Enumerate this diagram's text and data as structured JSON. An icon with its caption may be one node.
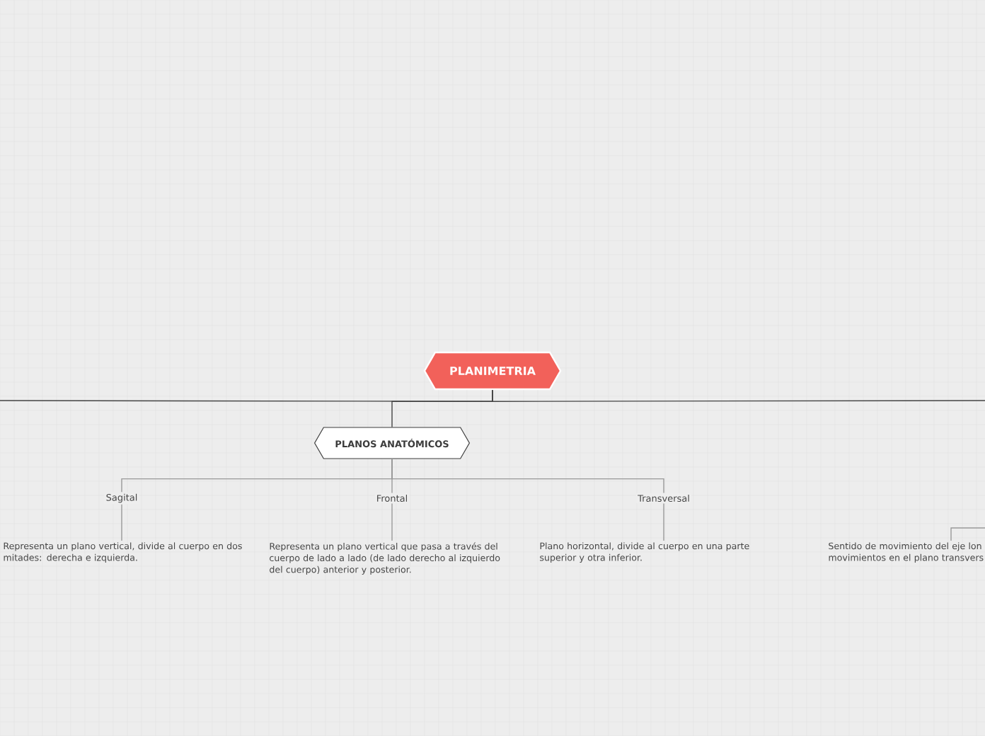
{
  "diagram": {
    "nodes": [
      {
        "text": [
          "PLANIMETRIA"
        ]
      },
      {
        "text": [
          "PLANOS ANATÓMICOS"
        ]
      },
      {
        "text": [
          "Sagital"
        ]
      },
      {
        "text": [
          "Frontal"
        ]
      },
      {
        "text": [
          "Transversal"
        ]
      },
      {
        "text": [
          "Representa un plano vertical, divide al cuerpo en dos mitades: derecha e izquierda."
        ]
      },
      {
        "text": [
          "Representa un plano vertical que pasa a través del cuerpo de lado a lado (de lado derecho al izquierdo del cuerpo) anterior y posterior."
        ]
      },
      {
        "text": [
          "Plano horizontal, divide al cuerpo en una parte superior y otra inferior."
        ]
      },
      {
        "text": [
          "Sentido de movimiento del eje lon movimientos en el plano transvers"
        ]
      }
    ],
    "edges": [
      {
        "from": 0,
        "to": 1,
        "arrow": "none",
        "color": "#444444"
      },
      {
        "from": 0,
        "to": null,
        "arrow": "none",
        "color": "#444444"
      },
      {
        "from": 0,
        "to": null,
        "arrow": "none",
        "color": "#444444"
      },
      {
        "from": 1,
        "to": 2,
        "arrow": "none"
      },
      {
        "from": 1,
        "to": 3,
        "arrow": "none"
      },
      {
        "from": 1,
        "to": 4,
        "arrow": "none"
      },
      {
        "from": 2,
        "to": 5,
        "arrow": "none"
      },
      {
        "from": 3,
        "to": 6,
        "arrow": "none"
      },
      {
        "from": 4,
        "to": 7,
        "arrow": "none"
      },
      {
        "from": null,
        "to": 8,
        "arrow": "none"
      }
    ]
  }
}
